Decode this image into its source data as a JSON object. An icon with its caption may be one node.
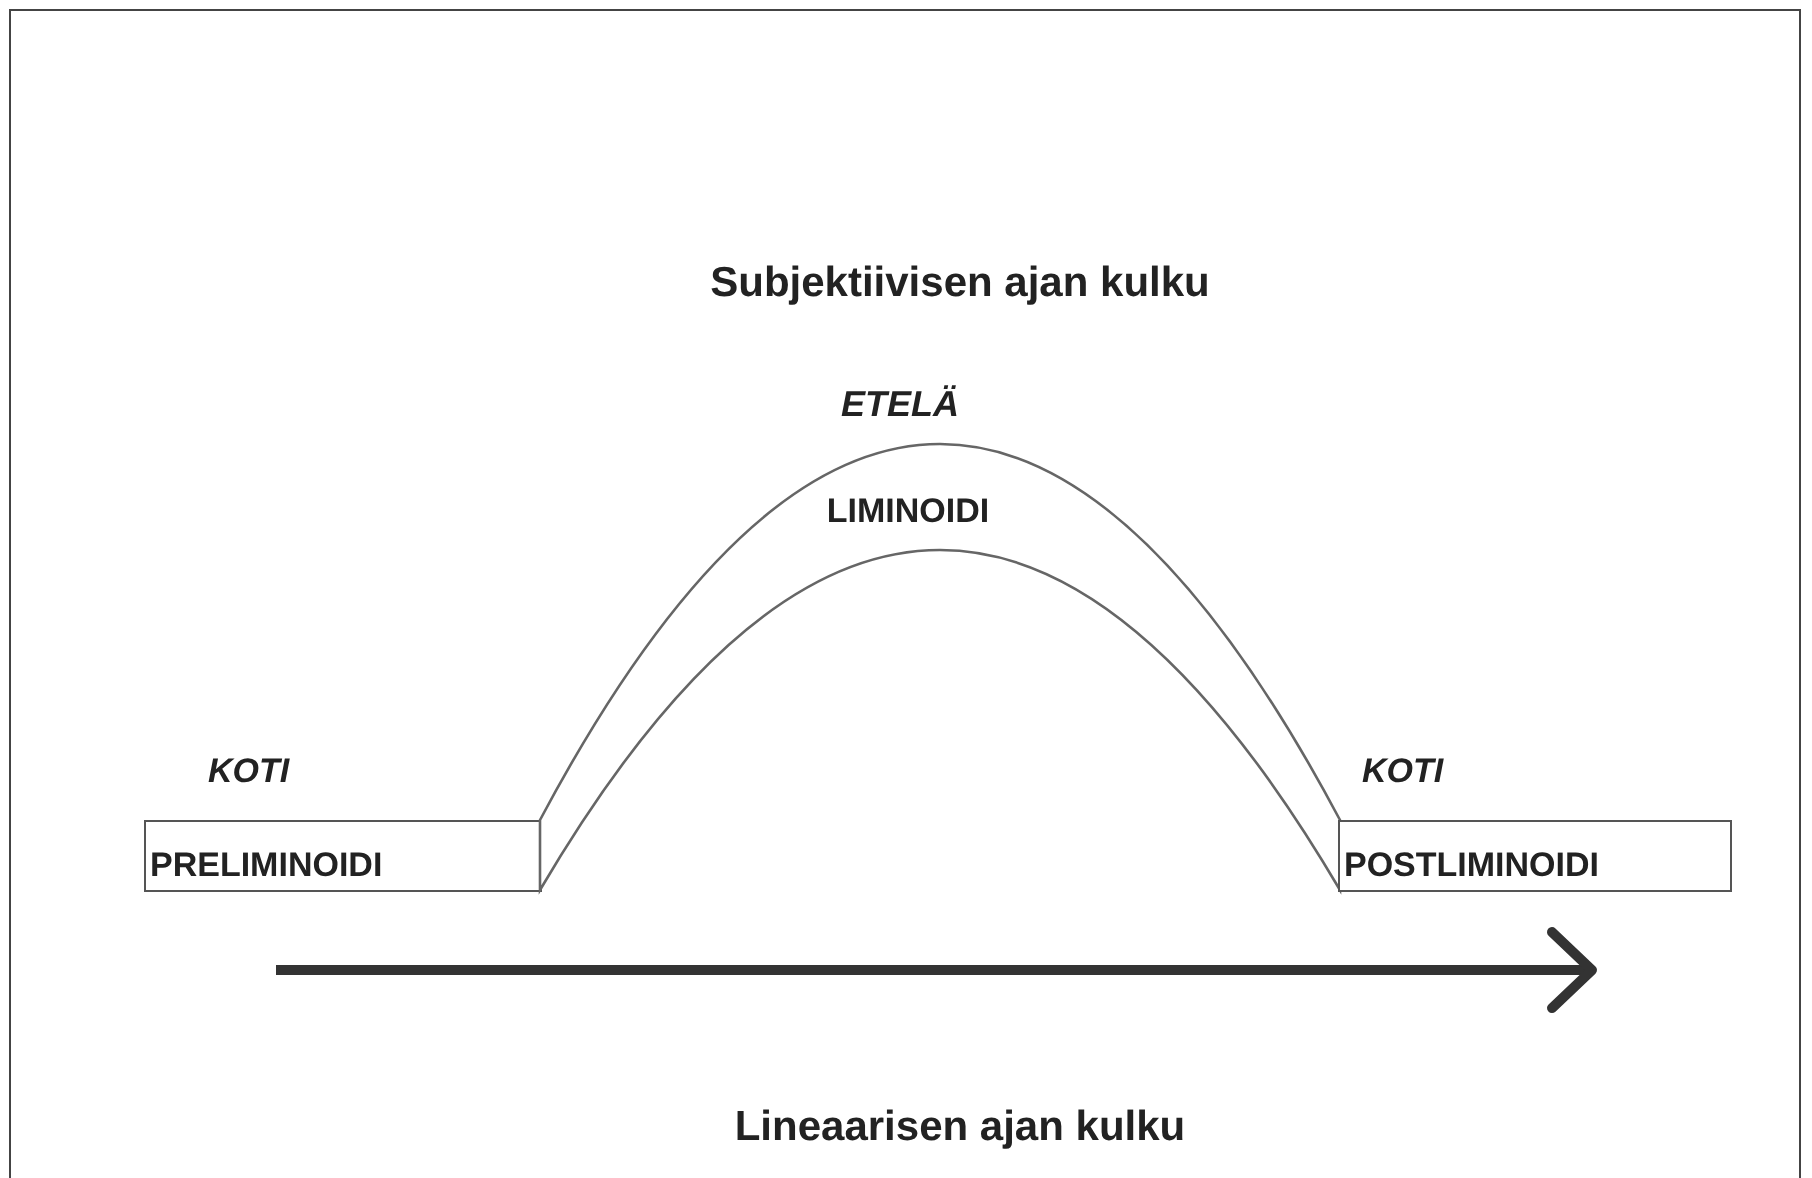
{
  "diagram": {
    "title": "Subjektiivisen ajan kulku",
    "nodes": [
      {
        "text": [
          "KOTI",
          "PRELIMINOIDI"
        ]
      },
      {
        "text": [
          "ETELÄ",
          "LIMINOIDI"
        ]
      },
      {
        "text": [
          "KOTI",
          "POSTLIMINOIDI"
        ]
      }
    ],
    "labels": [
      "Lineaarisen ajan kulku"
    ]
  }
}
